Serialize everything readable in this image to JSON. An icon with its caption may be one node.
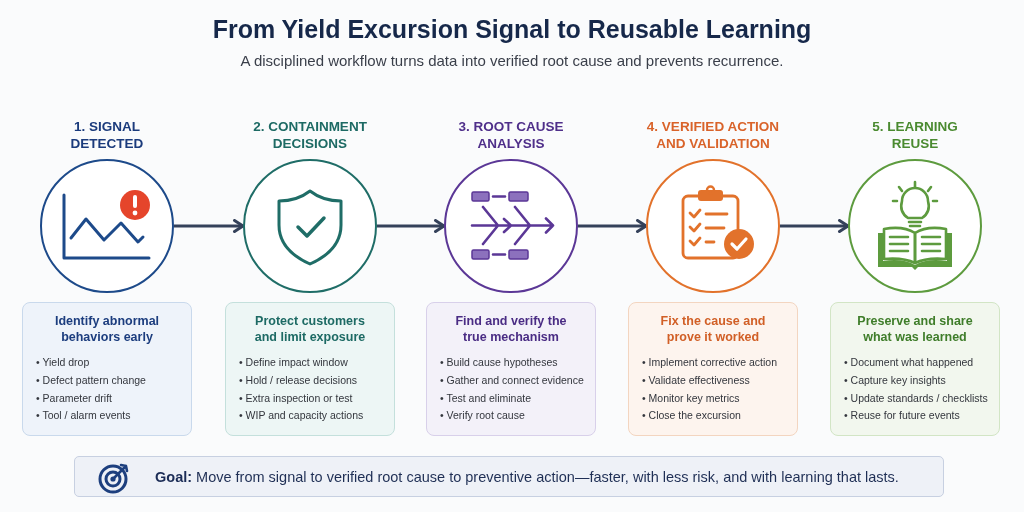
{
  "diagram": {
    "title": "From Yield Excursion Signal to Reusable Learning",
    "nodes": [
      {
        "text": [
          "1. SIGNAL DETECTED"
        ]
      },
      {
        "text": [
          "2. CONTAINMENT DECISIONS"
        ]
      },
      {
        "text": [
          "3. ROOT CAUSE ANALYSIS"
        ]
      },
      {
        "text": [
          "4. VERIFIED ACTION AND VALIDATION"
        ]
      },
      {
        "text": [
          "5. LEARNING REUSE"
        ]
      },
      {
        "text": [
          "Identify abnormal behaviors early",
          "• Yield drop",
          "• Defect pattern change",
          "• Parameter drift",
          "• Tool / alarm events"
        ]
      },
      {
        "text": [
          "Protect customers and limit exposure",
          "• Define impact window",
          "• Hold / release decisions",
          "• Extra inspection or test",
          "• WIP and capacity actions"
        ]
      },
      {
        "text": [
          "Find and verify the true mechanism",
          "• Build cause hypotheses",
          "• Gather and connect evidence",
          "• Test and eliminate",
          "• Verify root cause"
        ]
      },
      {
        "text": [
          "Fix the cause and prove it worked",
          "• Implement corrective action",
          "• Validate effectiveness",
          "• Monitor key metrics",
          "• Close the excursion"
        ]
      },
      {
        "text": [
          "Preserve and share what was learned",
          "• Document what happened",
          "• Capture key insights",
          "• Update standards / checklists",
          "• Reuse for future events"
        ]
      },
      {
        "text": [
          "**Goal:** Move from signal to verified root cause to preventive action—faster, with less risk, and with learning that lasts."
        ]
      }
    ],
    "edges": [
      {
        "from": 0,
        "to": 1,
        "arrow": "to"
      },
      {
        "from": 1,
        "to": 2,
        "arrow": "to"
      },
      {
        "from": 2,
        "to": 3,
        "arrow": "to"
      },
      {
        "from": 3,
        "to": 4,
        "arrow": "to"
      }
    ],
    "labels": [
      "A disciplined workflow turns data into verified root cause and prevents recurrence."
    ]
  }
}
